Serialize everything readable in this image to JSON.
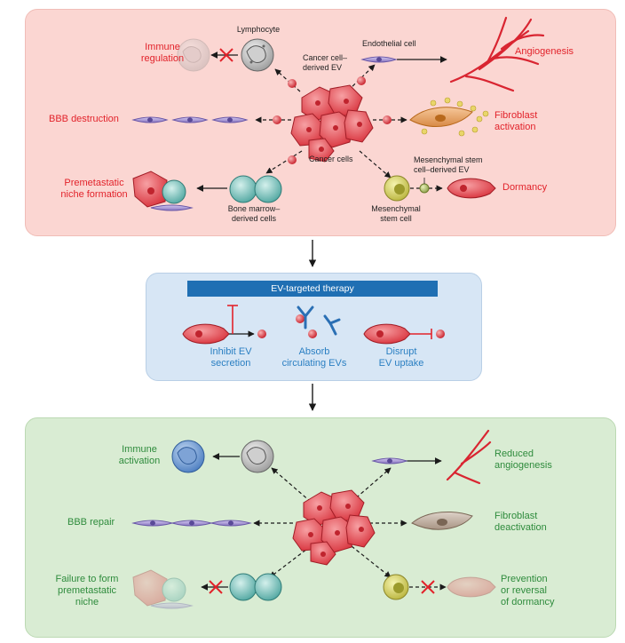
{
  "top": {
    "immune_regulation": "Immune\nregulation",
    "lymphocyte": "Lymphocyte",
    "cancer_ev": "Cancer cell–\nderived EV",
    "endothelial": "Endothelial cell",
    "angiogenesis": "Angiogenesis",
    "bbb_destruction": "BBB destruction",
    "fibroblast_activation": "Fibroblast\nactivation",
    "cancer_cells": "Cancer cells",
    "msc_ev": "Mesenchymal stem\ncell–derived EV",
    "premetastatic": "Premetastatic\nniche formation",
    "bone_marrow": "Bone marrow–\nderived cells",
    "msc": "Mesenchymal\nstem cell",
    "dormancy": "Dormancy"
  },
  "mid": {
    "title": "EV-targeted therapy",
    "inhibit": "Inhibit EV\nsecretion",
    "absorb": "Absorb\ncirculating EVs",
    "disrupt": "Disrupt\nEV uptake"
  },
  "bottom": {
    "immune_activation": "Immune\nactivation",
    "reduced_angiogenesis": "Reduced\nangiogenesis",
    "bbb_repair": "BBB repair",
    "fibroblast_deactivation": "Fibroblast\ndeactivation",
    "failure": "Failure to form\npremetastatic\nniche",
    "prevention": "Prevention\nor reversal\nof dormancy"
  },
  "colors": {
    "red_text": "#e2232b",
    "green_text": "#2e8b3c",
    "blue_text": "#2a7fc2",
    "cancer_cell": "#e8525a",
    "endothelial": "#a493cf"
  }
}
